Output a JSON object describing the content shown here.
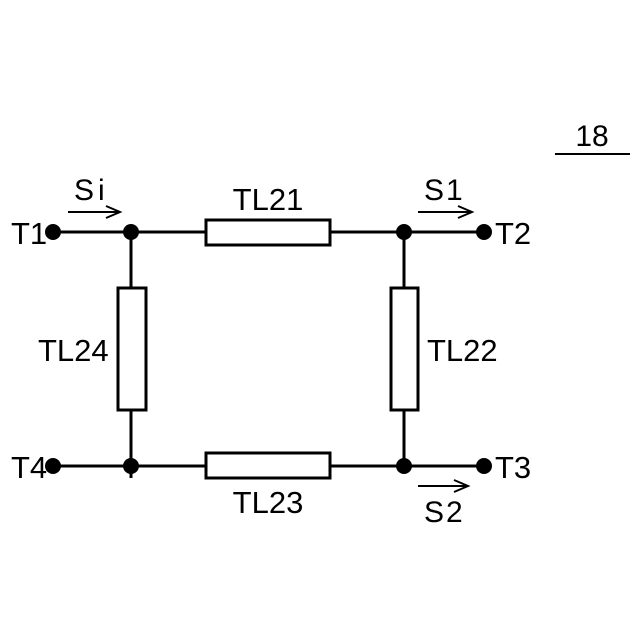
{
  "figure": {
    "ref_number": "18"
  },
  "components": {
    "tl21": "TL21",
    "tl22": "TL22",
    "tl23": "TL23",
    "tl24": "TL24"
  },
  "terminals": {
    "t1": "T1",
    "t2": "T2",
    "t3": "T3",
    "t4": "T4"
  },
  "signals": {
    "si": "Si",
    "s1": "S1",
    "s2": "S2"
  }
}
